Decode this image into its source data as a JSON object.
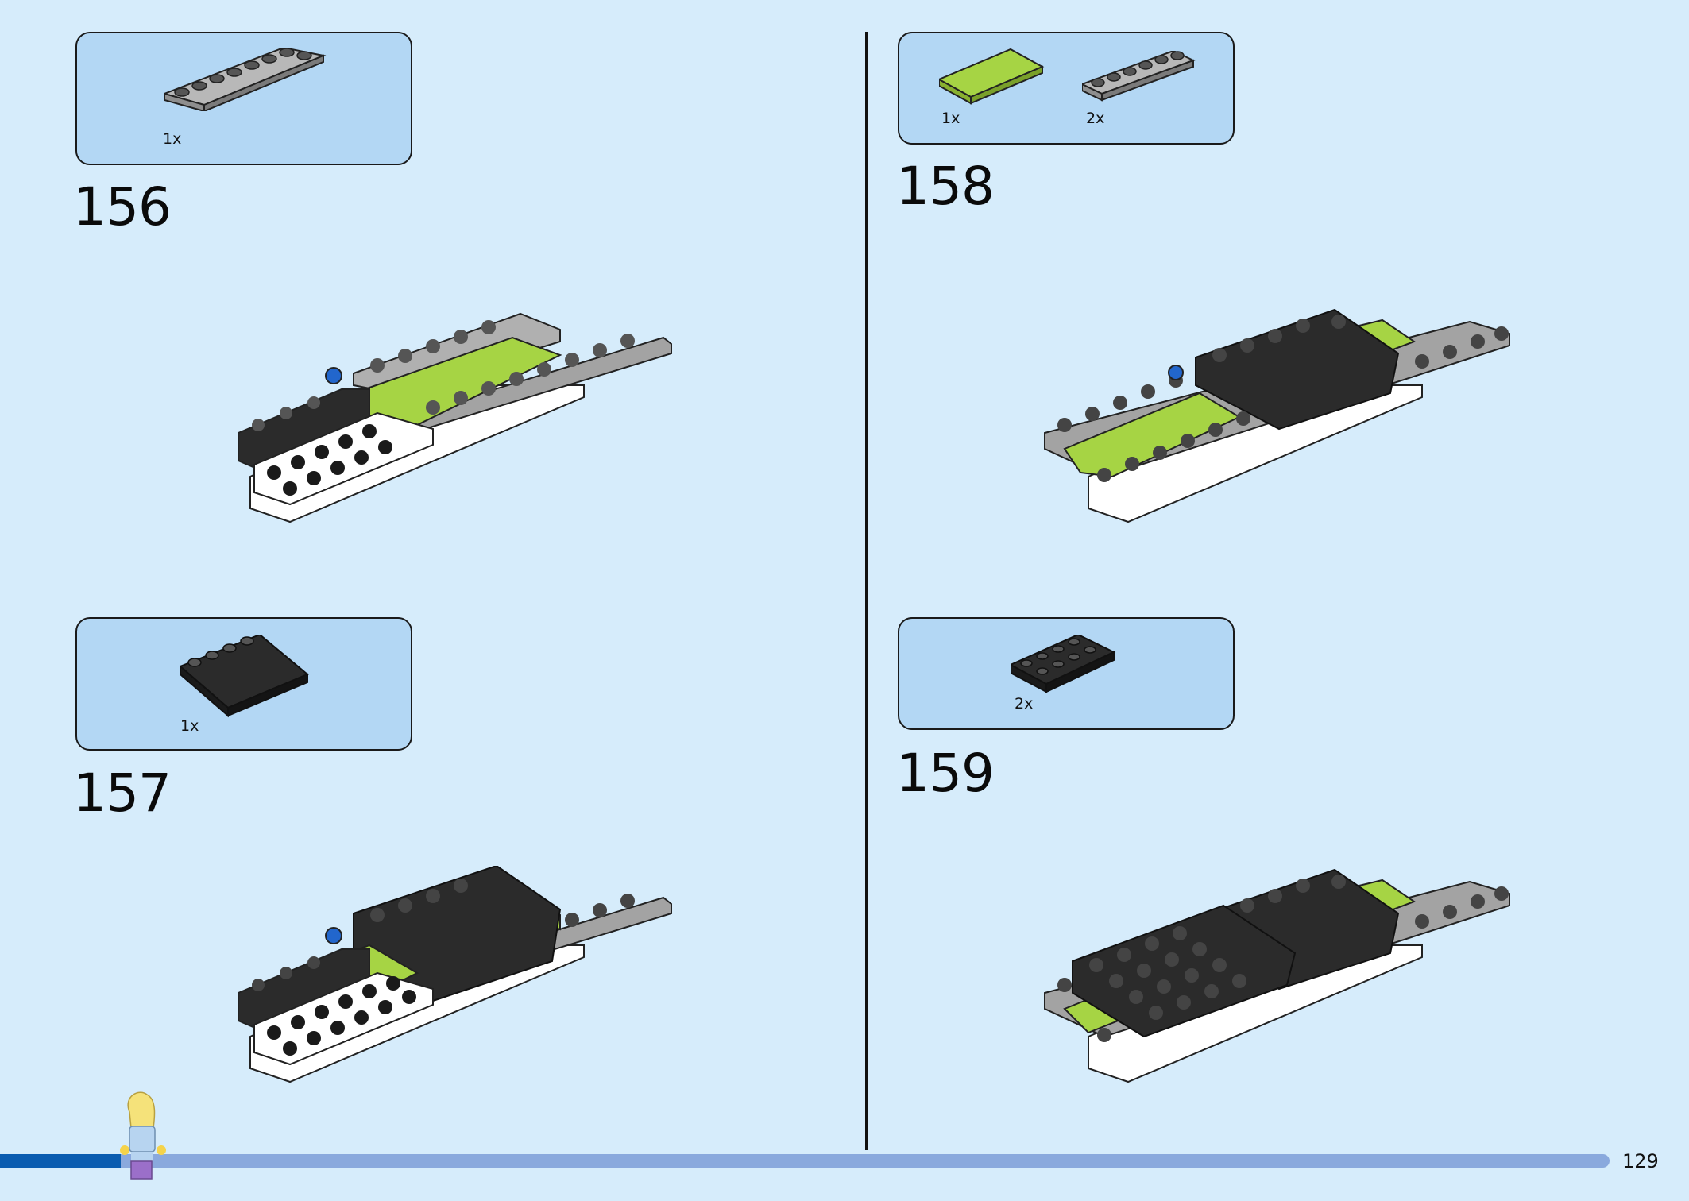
{
  "page": {
    "number": "129"
  },
  "progress": {
    "fraction": 0.075
  },
  "steps": [
    {
      "number": "156",
      "parts": [
        {
          "qty": "1x",
          "name": "gray 1x8 plate"
        }
      ]
    },
    {
      "number": "157",
      "parts": [
        {
          "qty": "1x",
          "name": "black 4x4 plate"
        }
      ]
    },
    {
      "number": "158",
      "parts": [
        {
          "qty": "1x",
          "name": "lime 2x4 tile"
        },
        {
          "qty": "2x",
          "name": "gray 1x6 plate"
        }
      ]
    },
    {
      "number": "159",
      "parts": [
        {
          "qty": "2x",
          "name": "black 2x4 plate"
        }
      ]
    }
  ],
  "colors": {
    "background": "#d6ecfb",
    "parts_box": "#b3d7f4",
    "lime": "#a6d444",
    "black_brick": "#2b2b2b",
    "gray_brick": "#a3a3a3",
    "white_brick": "#ffffff",
    "progress_fill": "#0a5cb0",
    "progress_track": "#8aa9dd"
  }
}
